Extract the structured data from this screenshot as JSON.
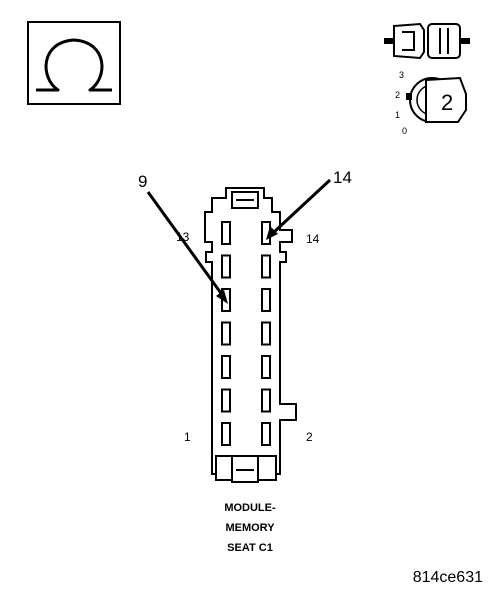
{
  "icons": {
    "ohmmeter": "ohm-symbol-icon",
    "connector": "disconnect-connector-icon",
    "ignition": "ignition-key-icon"
  },
  "ignition": {
    "positions": [
      "3",
      "2",
      "1",
      "0"
    ],
    "selected": "2"
  },
  "connector": {
    "callouts": [
      {
        "label": "9"
      },
      {
        "label": "14"
      }
    ],
    "pin_labels": [
      {
        "label": "13"
      },
      {
        "label": "14"
      },
      {
        "label": "1"
      },
      {
        "label": "2"
      }
    ],
    "pins_per_column": 7
  },
  "caption": {
    "line1": "MODULE-",
    "line2": "MEMORY",
    "line3": "SEAT C1"
  },
  "figure_id": "814ce631"
}
